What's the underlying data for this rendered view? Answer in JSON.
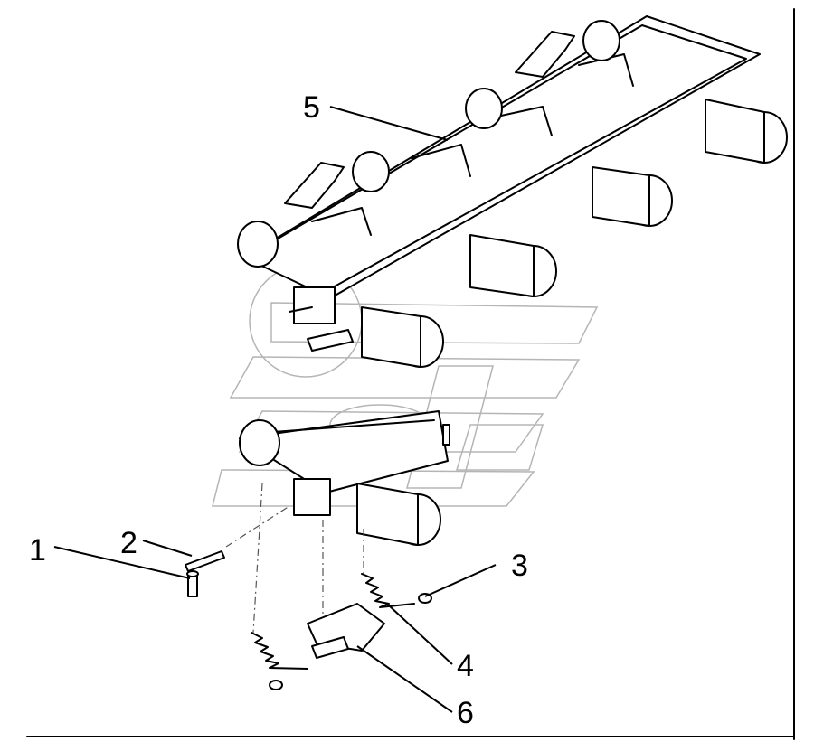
{
  "callouts": [
    {
      "id": "1",
      "label": "1"
    },
    {
      "id": "2",
      "label": "2"
    },
    {
      "id": "3",
      "label": "3"
    },
    {
      "id": "4",
      "label": "4"
    },
    {
      "id": "5",
      "label": "5"
    },
    {
      "id": "6",
      "label": "6"
    }
  ],
  "watermark": {
    "icon": "manufacturer-logo-watermark"
  },
  "colors": {
    "line": "#000000",
    "background": "#ffffff",
    "watermark": "#b5b5b5"
  }
}
